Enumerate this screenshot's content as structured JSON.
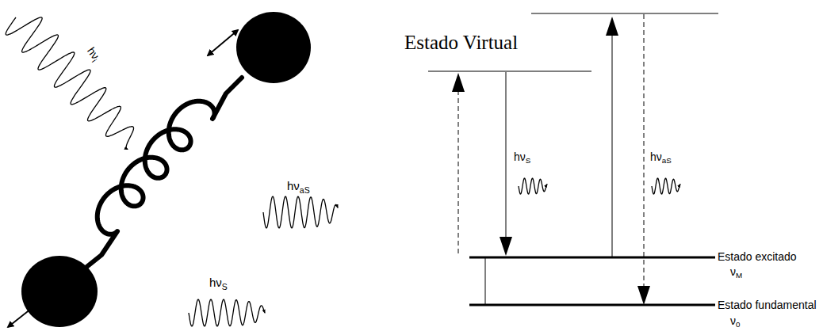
{
  "diagram": {
    "labels": [
      "hνi",
      "hνaS",
      "hνS",
      "Estado Virtual",
      "hνS",
      "hνaS",
      "Estado excitado",
      "νM",
      "Estado fundamental",
      "ν0"
    ]
  }
}
